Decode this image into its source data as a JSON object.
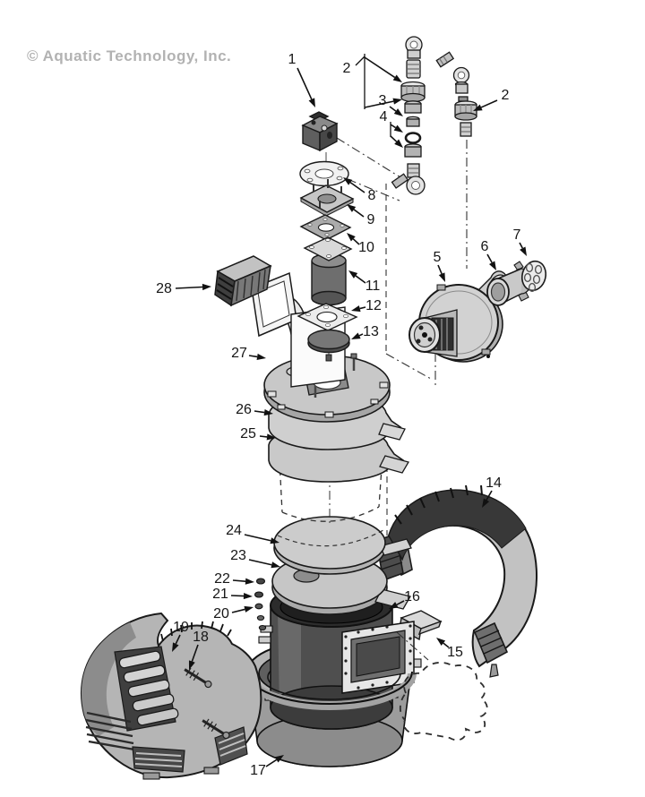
{
  "watermark_text": "© Aquatic Technology, Inc.",
  "figure_type": "exploded-parts-diagram",
  "colors": {
    "ink": "#1a1a1a",
    "paper": "#ffffff",
    "fill_light": "#c9c9c9",
    "fill_mid": "#9a9a9a",
    "fill_dark": "#4a4a4a",
    "watermark": "#b2b2b2"
  },
  "callouts": {
    "c1": {
      "label": "1"
    },
    "c2a": {
      "label": "2"
    },
    "c3": {
      "label": "3"
    },
    "c4": {
      "label": "4"
    },
    "c2b": {
      "label": "2"
    },
    "c5": {
      "label": "5"
    },
    "c6": {
      "label": "6"
    },
    "c7": {
      "label": "7"
    },
    "c8": {
      "label": "8"
    },
    "c9": {
      "label": "9"
    },
    "c10": {
      "label": "10"
    },
    "c11": {
      "label": "11"
    },
    "c12": {
      "label": "12"
    },
    "c13": {
      "label": "13"
    },
    "c14": {
      "label": "14"
    },
    "c15": {
      "label": "15"
    },
    "c16": {
      "label": "16"
    },
    "c17": {
      "label": "17"
    },
    "c18": {
      "label": "18"
    },
    "c19": {
      "label": "19"
    },
    "c20": {
      "label": "20"
    },
    "c21": {
      "label": "21"
    },
    "c22": {
      "label": "22"
    },
    "c23": {
      "label": "23"
    },
    "c24": {
      "label": "24"
    },
    "c25": {
      "label": "25"
    },
    "c26": {
      "label": "26"
    },
    "c27": {
      "label": "27"
    },
    "c28": {
      "label": "28"
    }
  }
}
